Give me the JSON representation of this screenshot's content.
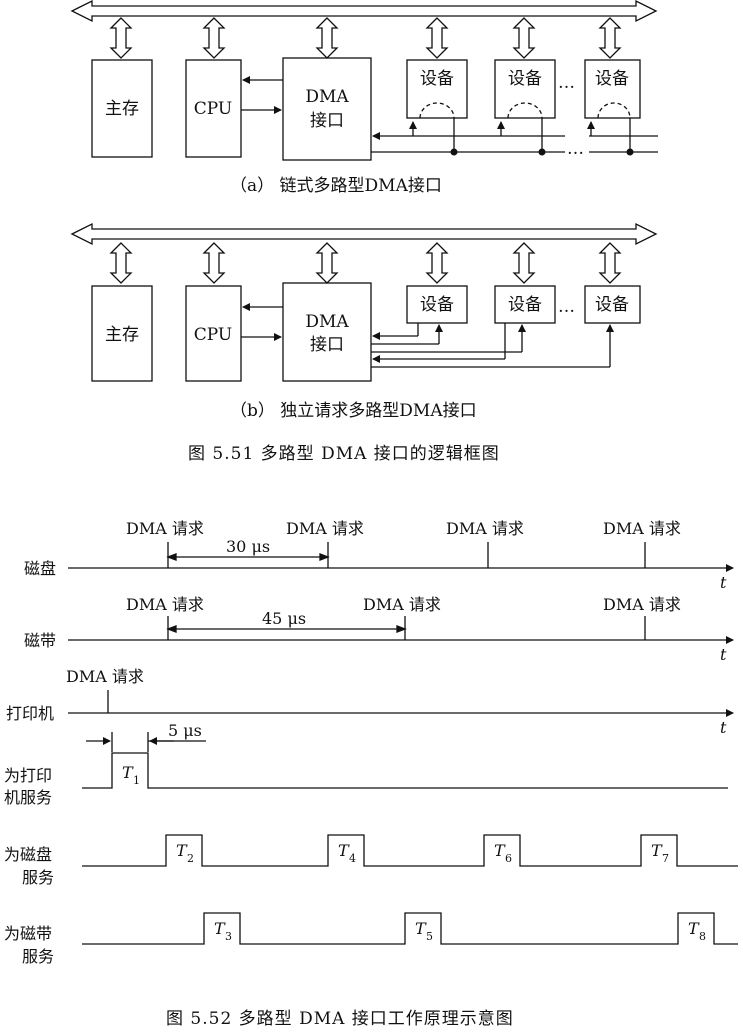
{
  "figure_a": {
    "caption": "（a） 链式多路型DMA接口",
    "main_memory": "主存",
    "cpu": "CPU",
    "dma_line1": "DMA",
    "dma_line2": "接口",
    "device": "设备",
    "ellipsis": "…"
  },
  "figure_b": {
    "caption": "（b） 独立请求多路型DMA接口",
    "main_memory": "主存",
    "cpu": "CPU",
    "dma_line1": "DMA",
    "dma_line2": "接口",
    "device": "设备",
    "ellipsis": "…"
  },
  "figure_551_caption": "图 5.51   多路型 DMA 接口的逻辑框图",
  "timing": {
    "dma_request": "DMA 请求",
    "t_axis": "t",
    "disk": "磁盘",
    "tape": "磁带",
    "printer": "打印机",
    "printer_service_1": "为打印",
    "printer_service_2": "机服务",
    "disk_service_1": "为磁盘",
    "disk_service_2": "服务",
    "tape_service_1": "为磁带",
    "tape_service_2": "服务",
    "disk_interval": "30 μs",
    "tape_interval": "45 μs",
    "printer_interval": "5 μs",
    "T": "T",
    "sub1": "1",
    "sub2": "2",
    "sub3": "3",
    "sub4": "4",
    "sub5": "5",
    "sub6": "6",
    "sub7": "7",
    "sub8": "8"
  },
  "figure_552_caption": "图 5.52   多路型 DMA 接口工作原理示意图"
}
